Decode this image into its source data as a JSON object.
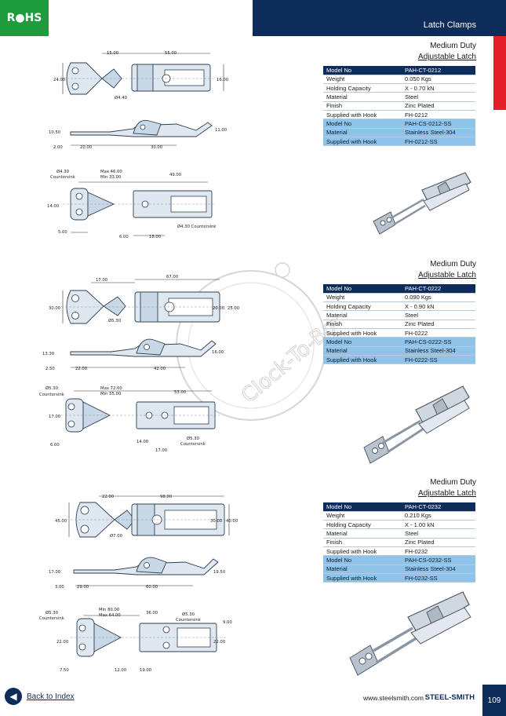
{
  "header": {
    "rohs_label": "R●HS",
    "section_title": "Latch Clamps"
  },
  "blocks": [
    {
      "title": "Medium Duty",
      "subtitle": "Adjustable Latch",
      "rows": [
        {
          "label": "Model No",
          "value": "PAH-CT-0212",
          "style": "head"
        },
        {
          "label": "Weight",
          "value": "0.050 Kgs",
          "style": "plain"
        },
        {
          "label": "Holding Capacity",
          "value": "X - 0.70 kN",
          "style": "plain"
        },
        {
          "label": "Material",
          "value": "Steel",
          "style": "plain"
        },
        {
          "label": "Finish",
          "value": "Zinc Plated",
          "style": "plain"
        },
        {
          "label": "Supplied with Hook",
          "value": "FH-0212",
          "style": "plain"
        },
        {
          "label": "Model No",
          "value": "PAH-CS-0212-SS",
          "style": "blue"
        },
        {
          "label": "Material",
          "value": "Stainless Steel-304",
          "style": "blue"
        },
        {
          "label": "Supplied with Hook",
          "value": "FH-0212-SS",
          "style": "blue"
        }
      ],
      "dims": {
        "top": [
          "15.00",
          "55.00",
          "24.00",
          "16.00",
          "Ø4.40"
        ],
        "side": [
          "10.50",
          "11.00",
          "2.00",
          "20.00",
          "30.00"
        ],
        "bottom": [
          "Ø4.30",
          "Countersink",
          "Max 46.00",
          "Min 33.00",
          "49.00",
          "14.00",
          "5.00",
          "6.00",
          "18.00",
          "Ø4.30 Countersink"
        ]
      }
    },
    {
      "title": "Medium Duty",
      "subtitle": "Adjustable Latch",
      "rows": [
        {
          "label": "Model No",
          "value": "PAH-CT-0222",
          "style": "head"
        },
        {
          "label": "Weight",
          "value": "0.090 Kgs",
          "style": "plain"
        },
        {
          "label": "Holding Capacity",
          "value": "X - 0.90 kN",
          "style": "plain"
        },
        {
          "label": "Material",
          "value": "Steel",
          "style": "plain"
        },
        {
          "label": "Finish",
          "value": "Zinc Plated",
          "style": "plain"
        },
        {
          "label": "Supplied with Hook",
          "value": "FH-0222",
          "style": "plain"
        },
        {
          "label": "Model No",
          "value": "PAH-CS-0222-SS",
          "style": "blue"
        },
        {
          "label": "Material",
          "value": "Stainless Steel-304",
          "style": "blue"
        },
        {
          "label": "Supplied with Hook",
          "value": "FH-0222-SS",
          "style": "blue"
        }
      ],
      "dims": {
        "top": [
          "17.00",
          "67.00",
          "30.00",
          "20.00",
          "Ø5.30",
          "25.00"
        ],
        "side": [
          "13.30",
          "16.00",
          "2.50",
          "22.00",
          "42.00"
        ],
        "bottom": [
          "Ø5.30",
          "Countersink",
          "Max 72.00",
          "Min 55.00",
          "53.00",
          "17.00",
          "6.00",
          "14.00",
          "17.00",
          "Ø5.30",
          "Countersink"
        ]
      }
    },
    {
      "title": "Medium Duty",
      "subtitle": "Adjustable Latch",
      "rows": [
        {
          "label": "Model No",
          "value": "PAH-CT-0232",
          "style": "head"
        },
        {
          "label": "Weight",
          "value": "0.210 Kgs",
          "style": "plain"
        },
        {
          "label": "Holding Capacity",
          "value": "X - 1.00 kN",
          "style": "plain"
        },
        {
          "label": "Material",
          "value": "Steel",
          "style": "plain"
        },
        {
          "label": "Finish",
          "value": "Zinc Plated",
          "style": "plain"
        },
        {
          "label": "Supplied with Hook",
          "value": "FH-0232",
          "style": "plain"
        },
        {
          "label": "Model No",
          "value": "PAH-CS-0232-SS",
          "style": "blue"
        },
        {
          "label": "Material",
          "value": "Stainless Steel-304",
          "style": "blue"
        },
        {
          "label": "Supplied with Hook",
          "value": "FH-0232-SS",
          "style": "blue"
        }
      ],
      "dims": {
        "top": [
          "22.00",
          "98.00",
          "45.00",
          "30.00",
          "Ø7.00",
          "40.00"
        ],
        "side": [
          "17.00",
          "19.50",
          "3.00",
          "29.00",
          "60.00"
        ],
        "bottom": [
          "Ø5.30",
          "Countersink",
          "Min 80.00",
          "Max 64.00",
          "36.00",
          "Ø5.30",
          "Countersink",
          "9.00",
          "22.00",
          "22.00",
          "7.50",
          "12.00",
          "19.00"
        ]
      }
    }
  ],
  "watermark": "Clock-To-Box",
  "footer": {
    "back_label": "Back to Index",
    "url": "www.steelsmith.com",
    "brand": "STEEL-SMITH",
    "page_number": "109"
  },
  "colors": {
    "navy": "#0d2c5a",
    "rohs_green": "#1e9b3c",
    "accent_red": "#e3202a",
    "table_blue": "#8fc3ea"
  }
}
